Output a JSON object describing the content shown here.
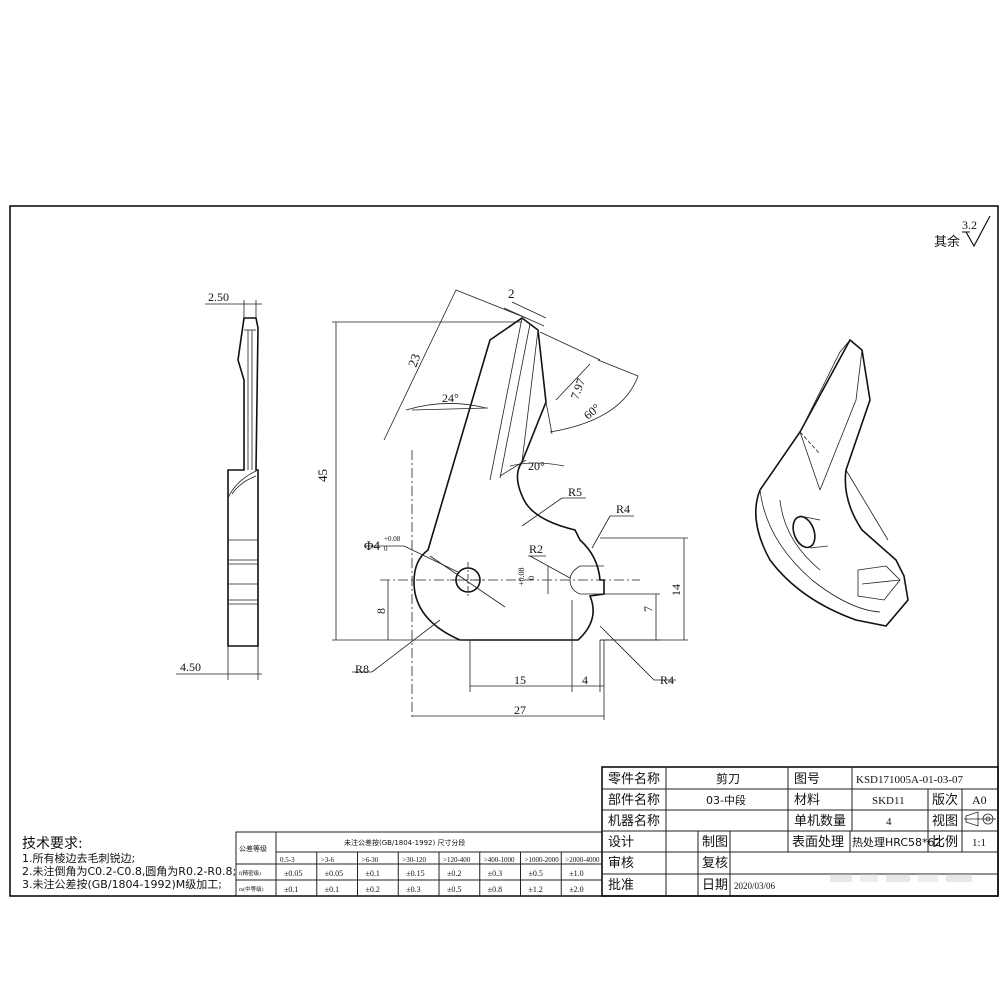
{
  "roughness": {
    "value": "3.2",
    "label": "其余"
  },
  "dims": {
    "side_top": "2.50",
    "side_bottom": "4.50",
    "d2": "2",
    "d23": "23",
    "d797": "7.97",
    "a60": "60°",
    "a24": "24°",
    "a20": "20°",
    "d45": "45",
    "r5": "R5",
    "r4a": "R4",
    "r2": "R2",
    "phi": "Φ4",
    "phi_tol_up": "+0.08",
    "phi_tol_low": "0",
    "slot_tol_up": "+0.08",
    "slot_tol_low": "0",
    "d8": "8",
    "d7": "7",
    "d14": "14",
    "r8": "R8",
    "d15": "15",
    "d4": "4",
    "r4b": "R4",
    "d27": "27"
  },
  "tech": {
    "title": "技术要求:",
    "lines": [
      "1.所有棱边去毛刺锐边;",
      "2.未注倒角为C0.2-C0.8,圆角为R0.2-R0.8;",
      "3.未注公差按(GB/1804-1992)M级加工;"
    ]
  },
  "tolerance": {
    "header_left": "公差等级",
    "header_main": "未注公差按(GB/1804-1992)  尺寸分段",
    "ranges": [
      "0.5-3",
      ">3-6",
      ">6-30",
      ">30-120",
      ">120-400",
      ">400-1000",
      ">1000-2000",
      ">2000-4000"
    ],
    "rows": [
      {
        "label": "f(精密级)",
        "values": [
          "±0.05",
          "±0.05",
          "±0.1",
          "±0.15",
          "±0.2",
          "±0.3",
          "±0.5",
          "±1.0"
        ]
      },
      {
        "label": "m(中等级)",
        "values": [
          "±0.1",
          "±0.1",
          "±0.2",
          "±0.3",
          "±0.5",
          "±0.8",
          "±1.2",
          "±2.0"
        ]
      }
    ]
  },
  "title_block": {
    "part_name_label": "零件名称",
    "part_name": "剪刀",
    "drawing_no_label": "图号",
    "drawing_no": "KSD171005A-01-03-07",
    "component_label": "部件名称",
    "component": "03-中段",
    "material_label": "材料",
    "material": "SKD11",
    "version_label": "版次",
    "version": "A0",
    "machine_label": "机器名称",
    "qty_label": "单机数量",
    "qty": "4",
    "view_label": "视图",
    "design_label": "设计",
    "draw_label": "制图",
    "surface_label": "表面处理",
    "surface": "热处理HRC58*62",
    "scale_label": "比例",
    "scale": "1:1",
    "review_label": "审核",
    "recheck_label": "复核",
    "approve_label": "批准",
    "date_label": "日期",
    "date": "2020/03/06"
  }
}
